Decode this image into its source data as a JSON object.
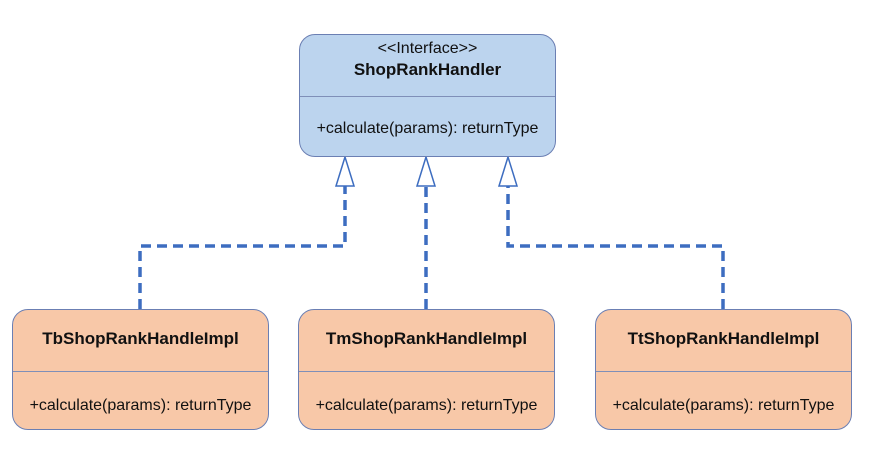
{
  "colors": {
    "interface_fill": "#bcd4ee",
    "implementation_fill": "#f8c8a8",
    "border": "#6b7fb3",
    "connector": "#3d6dc0"
  },
  "interface": {
    "stereotype": "<<Interface>>",
    "name": "ShopRankHandler",
    "method": "+calculate(params): returnType"
  },
  "implementations": [
    {
      "name": "TbShopRankHandleImpl",
      "method": "+calculate(params): returnType"
    },
    {
      "name": "TmShopRankHandleImpl",
      "method": "+calculate(params): returnType"
    },
    {
      "name": "TtShopRankHandleImpl",
      "method": "+calculate(params): returnType"
    }
  ],
  "relationship": "realization"
}
